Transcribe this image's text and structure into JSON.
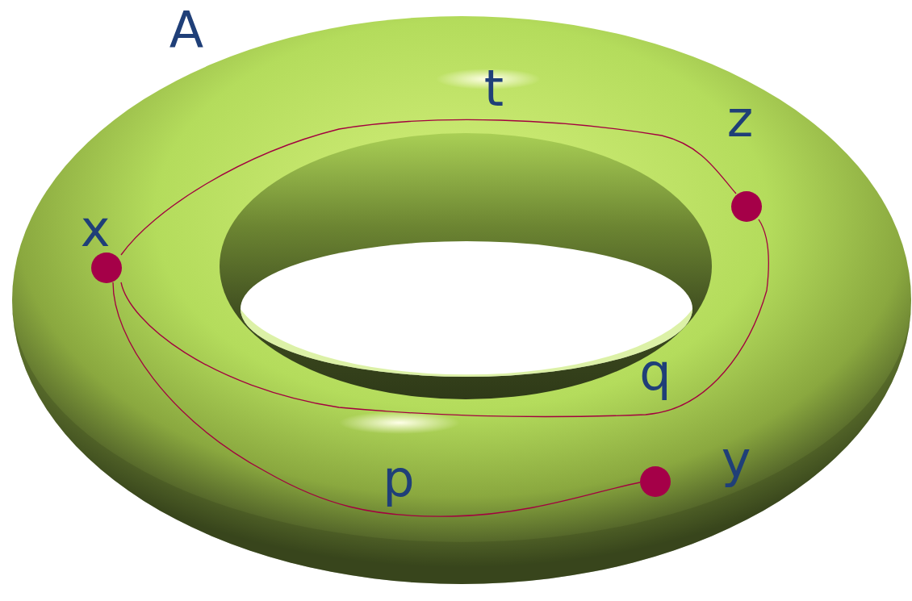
{
  "diagram": {
    "labels": [
      "A",
      "t",
      "z",
      "x",
      "q",
      "y",
      "p"
    ]
  }
}
